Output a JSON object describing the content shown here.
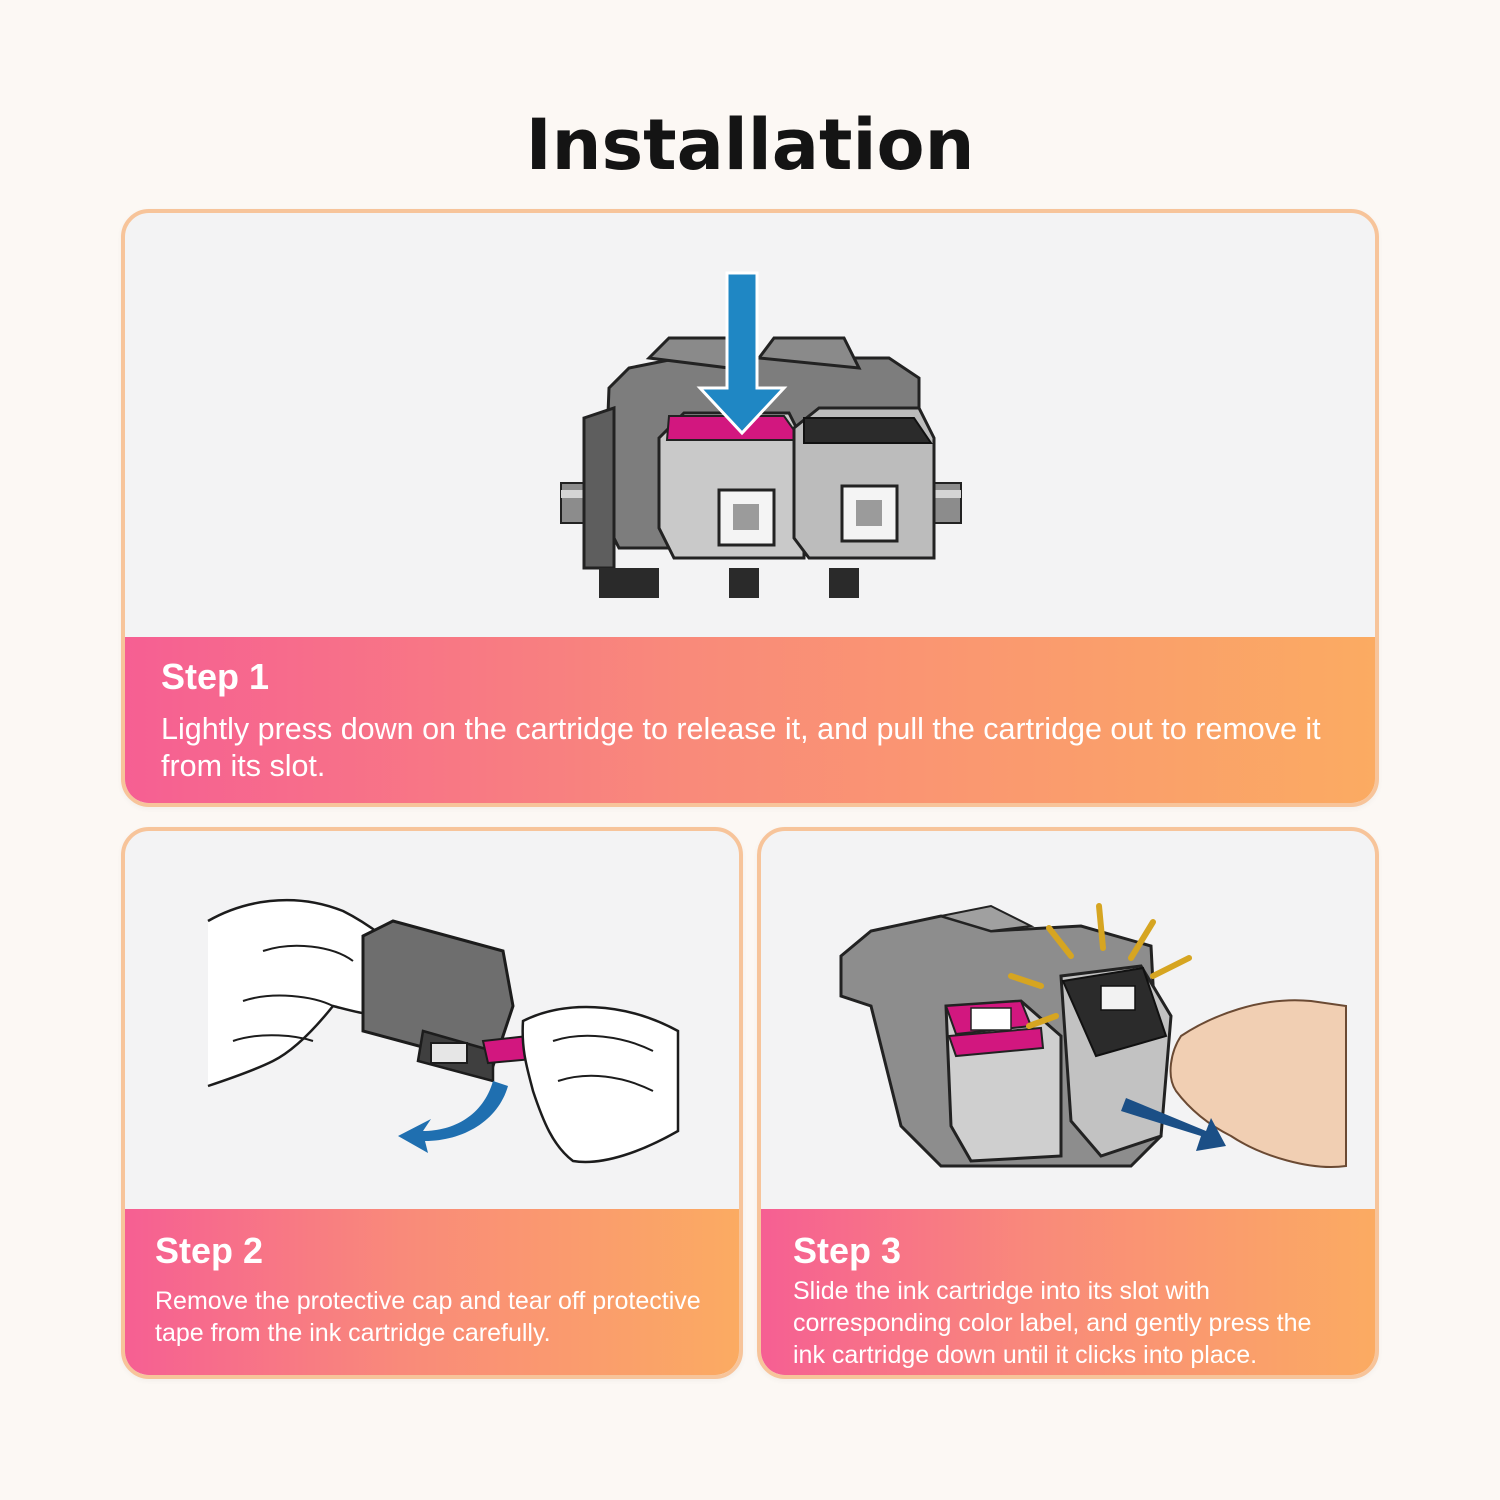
{
  "title": "Installation",
  "steps": [
    {
      "label": "Step 1",
      "description": "Lightly press down on the cartridge to release it, and pull the cartridge out to remove it from its slot."
    },
    {
      "label": "Step 2",
      "description": "Remove the protective cap and tear off protective tape from the ink cartridge carefully."
    },
    {
      "label": "Step 3",
      "description": "Slide the ink cartridge into its slot with corresponding color label, and gently press the ink cartridge down until it clicks into place."
    }
  ],
  "colors": {
    "border": "#f7c49a",
    "caption_gradient_start": "#f65f93",
    "caption_gradient_end": "#fbab62",
    "arrow_blue": "#1f87c4",
    "magenta": "#d2177f"
  }
}
